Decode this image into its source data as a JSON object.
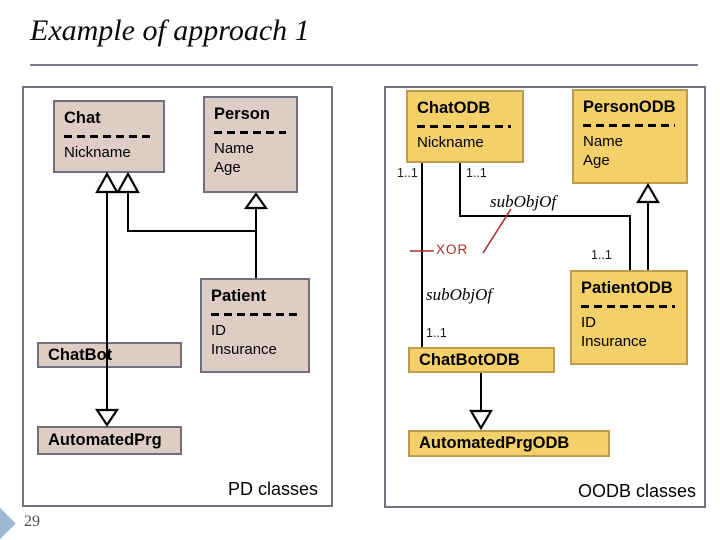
{
  "slide": {
    "title": "Example of approach 1",
    "page_number": "29"
  },
  "pd_panel": {
    "label": "PD classes",
    "boxes": {
      "chat": {
        "title": "Chat",
        "attrs": [
          "Nickname"
        ]
      },
      "person": {
        "title": "Person",
        "attrs": [
          "Name",
          "Age"
        ]
      },
      "patient": {
        "title": "Patient",
        "attrs": [
          "ID",
          "Insurance"
        ]
      },
      "chatbot": {
        "title": "ChatBot"
      },
      "automatedprg": {
        "title": "AutomatedPrg"
      }
    }
  },
  "oodb_panel": {
    "label": "OODB classes",
    "boxes": {
      "chatodb": {
        "title": "ChatODB",
        "attrs": [
          "Nickname"
        ]
      },
      "personodb": {
        "title": "PersonODB",
        "attrs": [
          "Name",
          "Age"
        ]
      },
      "patientodb": {
        "title": "PatientODB",
        "attrs": [
          "ID",
          "Insurance"
        ]
      },
      "chatbotodb": {
        "title": "ChatBotODB"
      },
      "automatedprgodb": {
        "title": "AutomatedPrgODB"
      }
    }
  },
  "annotations": {
    "multiplicity": "1..1",
    "sub_obj_of": "subObjOf",
    "xor": "XOR"
  },
  "colors": {
    "pd_box_fill": "#decdc4",
    "pd_box_border": "#6f6f7d",
    "oodb_box_fill": "#f4d06a",
    "oodb_box_border": "#bd9c4a",
    "panel_border": "#73737f",
    "accent_red": "#aa2f2b",
    "line_black": "#000000",
    "nav_diamond_blue": "#9cb8d4"
  }
}
